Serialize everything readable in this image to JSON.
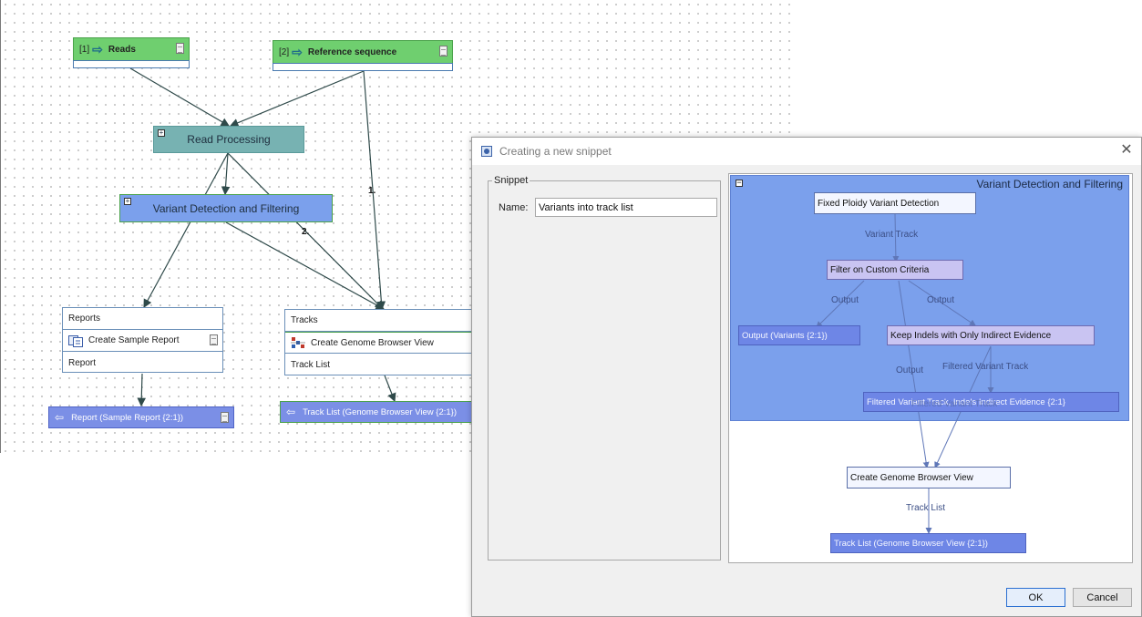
{
  "workflow": {
    "input_reads": {
      "index": "[1]",
      "label": "Reads"
    },
    "input_reference": {
      "index": "[2]",
      "label": "Reference sequence"
    },
    "read_processing": "Read Processing",
    "variant_detection": "Variant Detection and Filtering",
    "edge_label_1": "1.",
    "edge_label_2": "2.",
    "reports": {
      "header": "Reports",
      "tool": "Create Sample Report",
      "output_port": "Report",
      "output_node": "Report (Sample Report {2:1})"
    },
    "tracks": {
      "header": "Tracks",
      "tool": "Create Genome Browser View",
      "output_port": "Track List",
      "output_node": "Track List (Genome Browser View {2:1})"
    }
  },
  "dialog": {
    "title": "Creating a new snippet",
    "snippet_group_label": "Snippet",
    "name_label": "Name:",
    "name_value": "Variants into track list",
    "ok_label": "OK",
    "cancel_label": "Cancel"
  },
  "preview": {
    "group_title": "Variant Detection and Filtering",
    "fixed_ploidy": "Fixed Ploidy Variant Detection",
    "edge_variant_track": "Variant Track",
    "filter_custom": "Filter on Custom Criteria",
    "edge_output_left": "Output",
    "edge_output_right": "Output",
    "output_variants": "Output (Variants {2:1})",
    "keep_indels": "Keep Indels with Only Indirect Evidence",
    "edge_output_lower": "Output",
    "edge_filtered_variant_track": "Filtered Variant Track",
    "filtered_output": "Filtered Variant Track, Indels Indirect Evidence {2:1}",
    "filtered_output_overlap": "Filtered Variant Track",
    "genome_browser": "Create Genome Browser View",
    "edge_track_list": "Track List",
    "track_list_output": "Track List (Genome Browser View {2:1})"
  }
}
